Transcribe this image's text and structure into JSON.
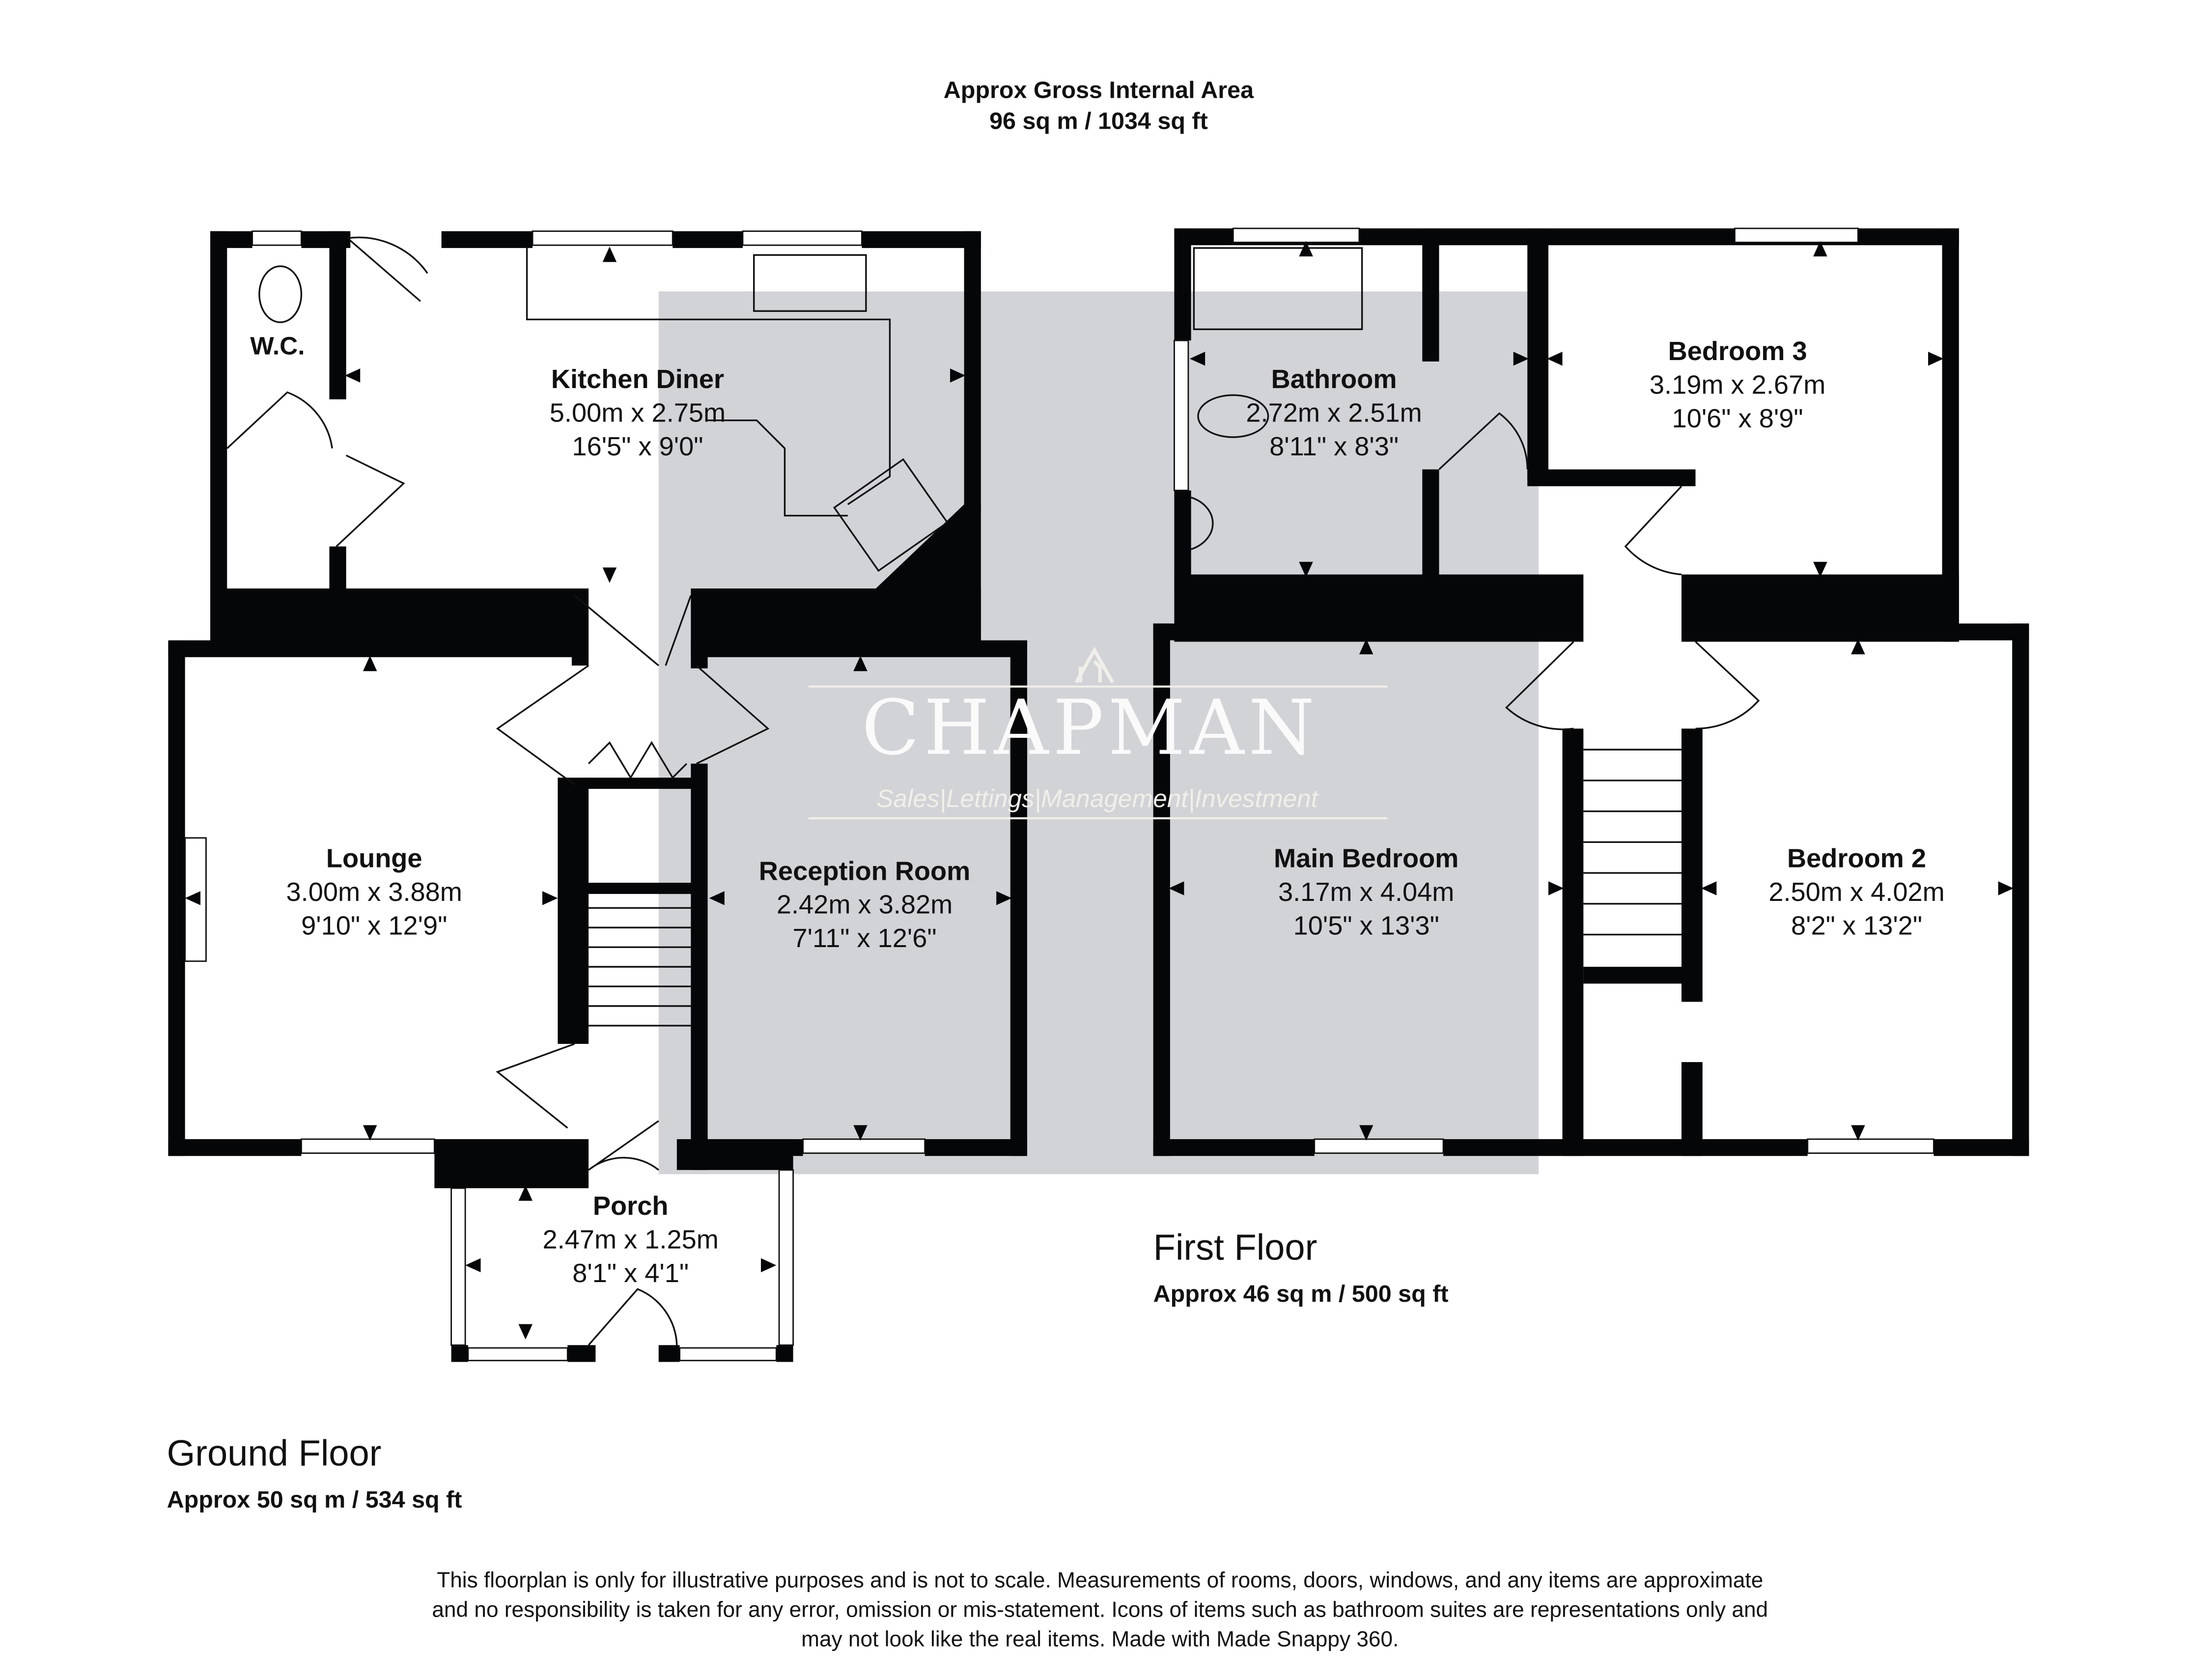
{
  "header": {
    "title": "Approx Gross Internal Area",
    "total": "96 sq m / 1034 sq ft"
  },
  "ground_floor": {
    "label": "Ground Floor",
    "area": "Approx 50 sq m / 534 sq ft",
    "rooms": [
      {
        "name": "W.C.",
        "metric": "",
        "imperial": ""
      },
      {
        "name": "Kitchen Diner",
        "metric": "5.00m x 2.75m",
        "imperial": "16'5\" x 9'0\""
      },
      {
        "name": "Lounge",
        "metric": "3.00m x 3.88m",
        "imperial": "9'10\" x 12'9\""
      },
      {
        "name": "Reception Room",
        "metric": "2.42m x 3.82m",
        "imperial": "7'11\" x 12'6\""
      },
      {
        "name": "Porch",
        "metric": "2.47m x 1.25m",
        "imperial": "8'1\" x 4'1\""
      }
    ]
  },
  "first_floor": {
    "label": "First Floor",
    "area": "Approx 46 sq m / 500 sq ft",
    "rooms": [
      {
        "name": "Bathroom",
        "metric": "2.72m x 2.51m",
        "imperial": "8'11\" x 8'3\""
      },
      {
        "name": "Bedroom 3",
        "metric": "3.19m x 2.67m",
        "imperial": "10'6\" x 8'9\""
      },
      {
        "name": "Main Bedroom",
        "metric": "3.17m x 4.04m",
        "imperial": "10'5\" x 13'3\""
      },
      {
        "name": "Bedroom 2",
        "metric": "2.50m x 4.02m",
        "imperial": "8'2\" x 13'2\""
      }
    ]
  },
  "watermark": {
    "brand": "CHAPMAN",
    "tagline": "Sales|Lettings|Management|Investment"
  },
  "disclaimer": [
    "This floorplan is only for illustrative purposes and is not to scale. Measurements of rooms, doors, windows, and any items are approximate",
    "and no responsibility is taken for any error, omission or mis-statement. Icons of items such as bathroom suites are representations only and",
    "may not look like the real items. Made with Made Snappy 360."
  ],
  "colors": {
    "wall": "#050608",
    "watermark_bg": "#d2d3d7",
    "watermark_text": "#f1efe9"
  }
}
